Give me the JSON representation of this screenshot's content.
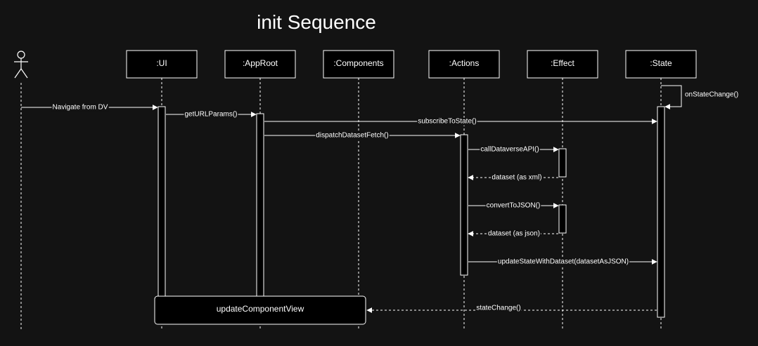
{
  "title": "init Sequence",
  "participants": [
    {
      "id": "actor",
      "label": ""
    },
    {
      "id": "ui",
      "label": ":UI"
    },
    {
      "id": "approot",
      "label": ":AppRoot"
    },
    {
      "id": "components",
      "label": ":Components"
    },
    {
      "id": "actions",
      "label": ":Actions"
    },
    {
      "id": "effect",
      "label": ":Effect"
    },
    {
      "id": "state",
      "label": ":State"
    }
  ],
  "messages": [
    {
      "from": "state",
      "to": "state",
      "label": "onStateChange()",
      "style": "solid",
      "self": true
    },
    {
      "from": "actor",
      "to": "ui",
      "label": "Navigate from DV",
      "style": "solid"
    },
    {
      "from": "ui",
      "to": "approot",
      "label": "getURLParams()",
      "style": "solid"
    },
    {
      "from": "approot",
      "to": "state",
      "label": "subscribeToState()",
      "style": "solid"
    },
    {
      "from": "approot",
      "to": "actions",
      "label": "dispatchDatasetFetch()",
      "style": "solid"
    },
    {
      "from": "actions",
      "to": "effect",
      "label": "callDataverseAPI()",
      "style": "solid"
    },
    {
      "from": "effect",
      "to": "actions",
      "label": "dataset (as xml)",
      "style": "dashed"
    },
    {
      "from": "actions",
      "to": "effect",
      "label": "convertToJSON()",
      "style": "solid"
    },
    {
      "from": "effect",
      "to": "actions",
      "label": "dataset (as json)",
      "style": "dashed"
    },
    {
      "from": "actions",
      "to": "state",
      "label": "updateStateWithDataset(datasetAsJSON)",
      "style": "solid"
    },
    {
      "from": "state",
      "to": "components",
      "label": "stateChange()",
      "style": "dashed"
    }
  ],
  "note": {
    "label": "updateComponentView"
  },
  "colors": {
    "background": "#131313",
    "box": "#000000",
    "stroke": "#ffffff",
    "text": "#ffffff"
  }
}
